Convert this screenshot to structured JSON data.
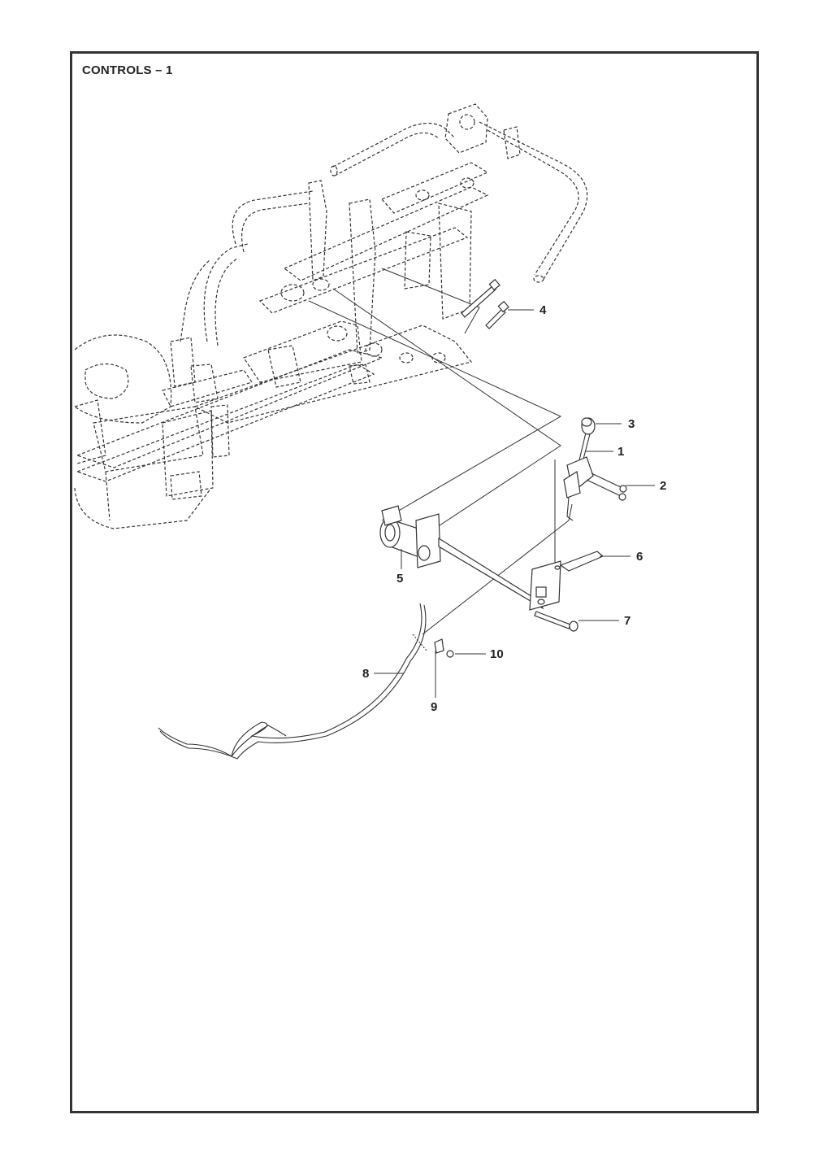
{
  "page": {
    "title": "CONTROLS – 1"
  },
  "callouts": [
    {
      "id": "1",
      "label": "1"
    },
    {
      "id": "2",
      "label": "2"
    },
    {
      "id": "3",
      "label": "3"
    },
    {
      "id": "4",
      "label": "4"
    },
    {
      "id": "5",
      "label": "5"
    },
    {
      "id": "6",
      "label": "6"
    },
    {
      "id": "7",
      "label": "7"
    },
    {
      "id": "8",
      "label": "8"
    },
    {
      "id": "9",
      "label": "9"
    },
    {
      "id": "10",
      "label": "10"
    }
  ]
}
